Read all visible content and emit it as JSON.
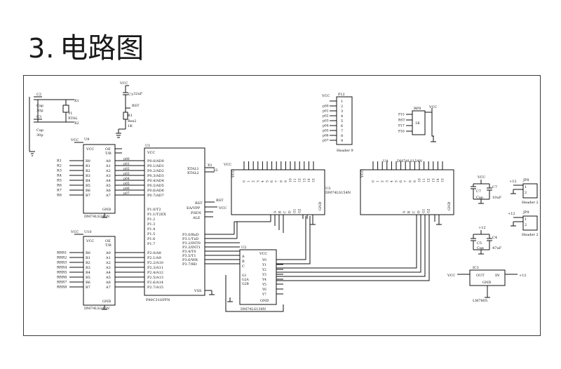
{
  "heading": {
    "number": "3",
    "separator": ".",
    "title": "电路图"
  },
  "schematic": {
    "crystal": {
      "c2": "C2",
      "c2_type": "Cap",
      "c2_val": "30p",
      "c3": "C3",
      "c3_type": "Cap",
      "c3_val": "30p",
      "x1": "X1",
      "x2": "X2",
      "y1": "Y1",
      "y1_type": "XTAL"
    },
    "reset": {
      "vcc": "VCC",
      "c1": "C1",
      "c1_val": "22uF",
      "rst": "RST",
      "r1": "R1",
      "r1_type": "Res2",
      "r1_val": "1K"
    },
    "u9": {
      "name": "U9",
      "part": "DM74LS245N",
      "vcc": "VCC",
      "gnd": "GND",
      "oe": "OE",
      "tr": "T/R",
      "in_labels": [
        "R1",
        "R2",
        "R3",
        "R4",
        "R5",
        "R6",
        "R7",
        "R8"
      ],
      "b_pins": [
        "B0",
        "B1",
        "B2",
        "B3",
        "B4",
        "B5",
        "B6",
        "B7"
      ],
      "a_pins": [
        "A0",
        "A1",
        "A2",
        "A3",
        "A4",
        "A5",
        "A6",
        "A7"
      ],
      "nets": [
        "p00",
        "p01",
        "p02",
        "p03",
        "p04",
        "p05",
        "p06",
        "p07"
      ]
    },
    "u10": {
      "name": "U10",
      "part": "DM74LS245N",
      "vcc": "VCC",
      "gnd": "GND",
      "oe": "OE",
      "tr": "T/R",
      "in_labels": [
        "RRR1",
        "RRR2",
        "RRR3",
        "RRR4",
        "RRR5",
        "RRR6",
        "RRR7",
        "RRR8"
      ],
      "b_pins": [
        "B0",
        "B1",
        "B2",
        "B3",
        "B4",
        "B5",
        "B6",
        "B7"
      ],
      "a_pins": [
        "A0",
        "A1",
        "A2",
        "A3",
        "A4",
        "A5",
        "A6",
        "A7"
      ]
    },
    "mcu": {
      "name": "U1",
      "part": "P80C31SFPN",
      "vcc": "VCC",
      "vss": "VSS",
      "p0": [
        "P0.0/AD0",
        "P0.1/AD1",
        "P0.2/AD2",
        "P0.3/AD3",
        "P0.4/AD4",
        "P0.5/AD5",
        "P0.6/AD6",
        "P0.7/AD7"
      ],
      "p1": [
        "P1.0/T2",
        "P1.1/T2EX",
        "P1.2",
        "P1.3",
        "P1.4",
        "P1.5",
        "P1.6",
        "P1.7"
      ],
      "p2": [
        "P2.0/A8",
        "P2.1/A9",
        "P2.2/A10",
        "P2.3/A11",
        "P2.4/A12",
        "P2.5/A13",
        "P2.6/A14",
        "P2.7/A15"
      ],
      "right_top": [
        "XTAL1",
        "XTAL2"
      ],
      "right_mid": [
        "RST",
        "EA/VPP",
        "PSEN",
        "ALE"
      ],
      "p3": [
        "P3.0/RxD",
        "P3.1/TxD",
        "P3.2/INT0",
        "P3.3/INT1",
        "P3.4/T0",
        "P3.5/T1",
        "P3.6/WR",
        "P3.7/RD"
      ]
    },
    "decoder": {
      "name": "U2",
      "part": "DM74LS138N",
      "vcc": "VCC",
      "gnd": "GND",
      "inputs": [
        "A",
        "B",
        "C"
      ],
      "enables": [
        "G1",
        "G2A",
        "G2B"
      ],
      "outputs": [
        "Y0",
        "Y1",
        "Y2",
        "Y3",
        "Y4",
        "Y5",
        "Y6",
        "Y7"
      ]
    },
    "u3": {
      "name": "U3",
      "part": "DM74LS154N",
      "vcc": "VCC",
      "gnd": "GND",
      "top_pins": [
        "0",
        "1",
        "2",
        "3",
        "4",
        "5",
        "6",
        "7",
        "8",
        "9",
        "10",
        "11",
        "12",
        "13",
        "14",
        "15"
      ],
      "bottom_pins": [
        "A",
        "B",
        "C",
        "D",
        "G1",
        "G2"
      ]
    },
    "u4": {
      "name": "U4",
      "part": "DM74LS154N",
      "vcc": "VCC",
      "gnd": "GND",
      "top_pins": [
        "0",
        "1",
        "2",
        "3",
        "4",
        "5",
        "6",
        "7",
        "8",
        "9",
        "10",
        "11",
        "12",
        "13",
        "14",
        "15"
      ],
      "bottom_pins": [
        "A",
        "B",
        "C",
        "D",
        "G1",
        "G2"
      ]
    },
    "p12": {
      "name": "P12",
      "vcc": "VCC",
      "part": "Header 9",
      "nets": [
        "p00",
        "p01",
        "p02",
        "p03",
        "p04",
        "p05",
        "p06",
        "p07"
      ],
      "pins": [
        "1",
        "2",
        "3",
        "4",
        "5",
        "6",
        "7",
        "8",
        "9"
      ]
    },
    "rp": {
      "name": "RP8",
      "vcc": "VCC",
      "part": "1K",
      "nets": [
        "P15",
        "RST",
        "P17",
        "P16"
      ]
    },
    "cap_c7": {
      "name": "C7",
      "type": "Cap",
      "val": "10uF",
      "vcc": "VCC"
    },
    "cap_c4": {
      "name": "C4",
      "c5": "C5",
      "type": "Cap",
      "val": "47uF",
      "vcc": "+12"
    },
    "jp_headers": {
      "jp8": "JP8",
      "jp9": "JP9",
      "type": "Header 2",
      "vin": "+12",
      "pins": [
        "1",
        "2"
      ]
    },
    "regulator": {
      "name": "IC1",
      "part": "LM7805",
      "in": "IN",
      "out": "OUT",
      "gnd": "GND",
      "vcc": "VCC",
      "v12": "+12"
    }
  }
}
